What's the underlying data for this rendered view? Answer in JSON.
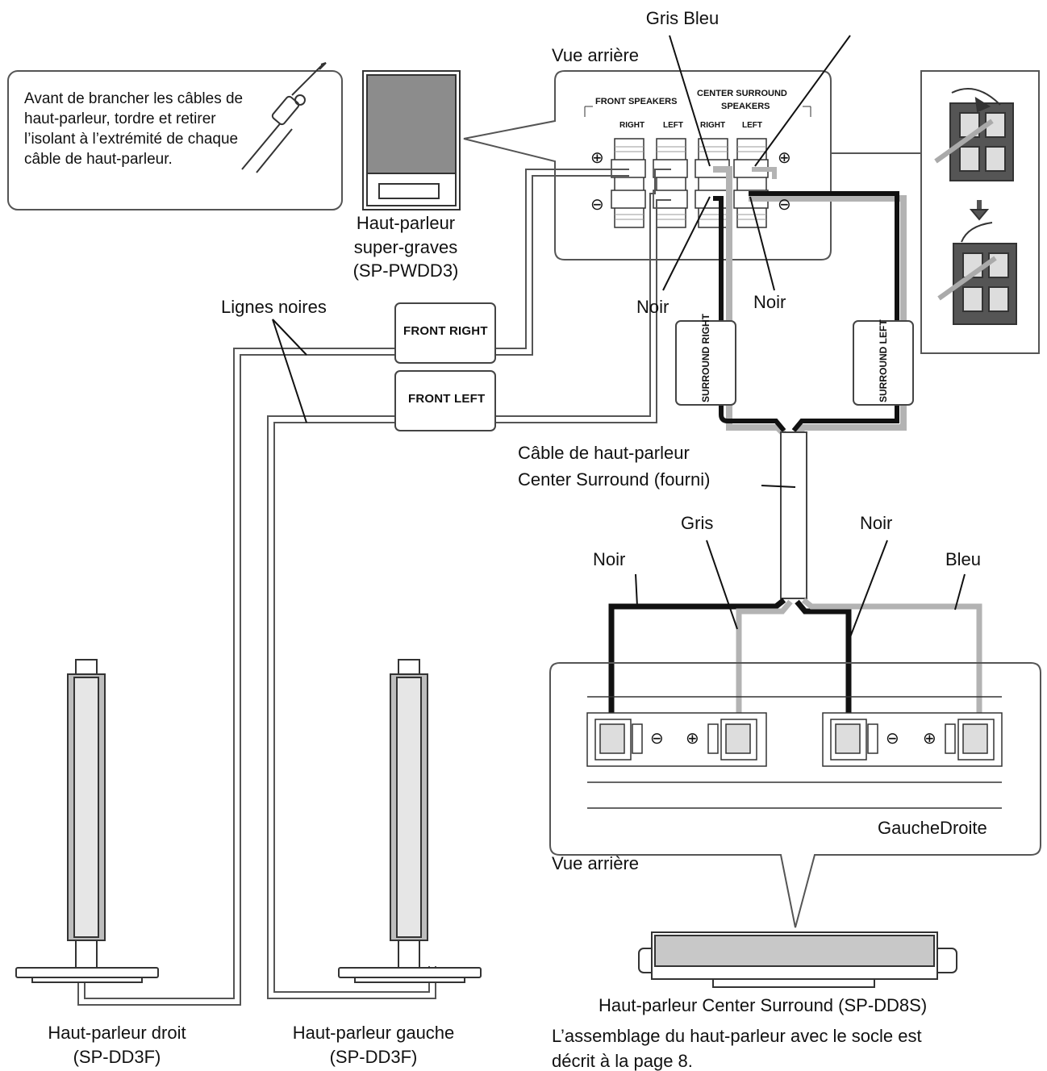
{
  "labels": {
    "gris_bleu": "Gris Bleu",
    "vue_arriere_top": "Vue arrière",
    "note": "Avant de brancher les câbles de haut-parleur, tordre et retirer l’isolant à l’extrémité de chaque câble de haut-parleur.",
    "subwoofer_line1": "Haut-parleur",
    "subwoofer_line2": "super-graves",
    "subwoofer_line3": "(SP-PWDD3)",
    "lignes_noires": "Lignes noires",
    "noir_left": "Noir",
    "noir_right": "Noir",
    "cable_line1": "Câble de haut-parleur",
    "cable_line2": "Center Surround (fourni)",
    "gris": "Gris",
    "noir_bottom_right": "Noir",
    "noir_bottom_left": "Noir",
    "bleu": "Bleu",
    "gauche_droite": "GaucheDroite",
    "vue_arriere_bottom": "Vue arrière",
    "center_caption": "Haut-parleur Center Surround (SP-DD8S)",
    "assembly_line1": "L’assemblage du haut-parleur avec le socle est",
    "assembly_line2": "décrit à la page 8.",
    "right_speaker_line1": "Haut-parleur droit",
    "right_speaker_line2": "(SP-DD3F)",
    "left_speaker_line1": "Haut-parleur gauche",
    "left_speaker_line2": "(SP-DD3F)"
  },
  "panel": {
    "front_speakers": "FRONT SPEAKERS",
    "center_surround_1": "CENTER SURROUND",
    "center_surround_2": "SPEAKERS",
    "right_1": "RIGHT",
    "left_1": "LEFT",
    "right_2": "RIGHT",
    "left_2": "LEFT",
    "plus": "⊕",
    "minus": "⊖"
  },
  "tags": {
    "front_right": "FRONT RIGHT",
    "front_left": "FRONT LEFT",
    "surround_right": "SURROUND RIGHT",
    "surround_left": "SURROUND LEFT"
  },
  "colors": {
    "black_wire": "#111111",
    "gray_wire": "#b3b3b3",
    "outline": "#444444"
  }
}
